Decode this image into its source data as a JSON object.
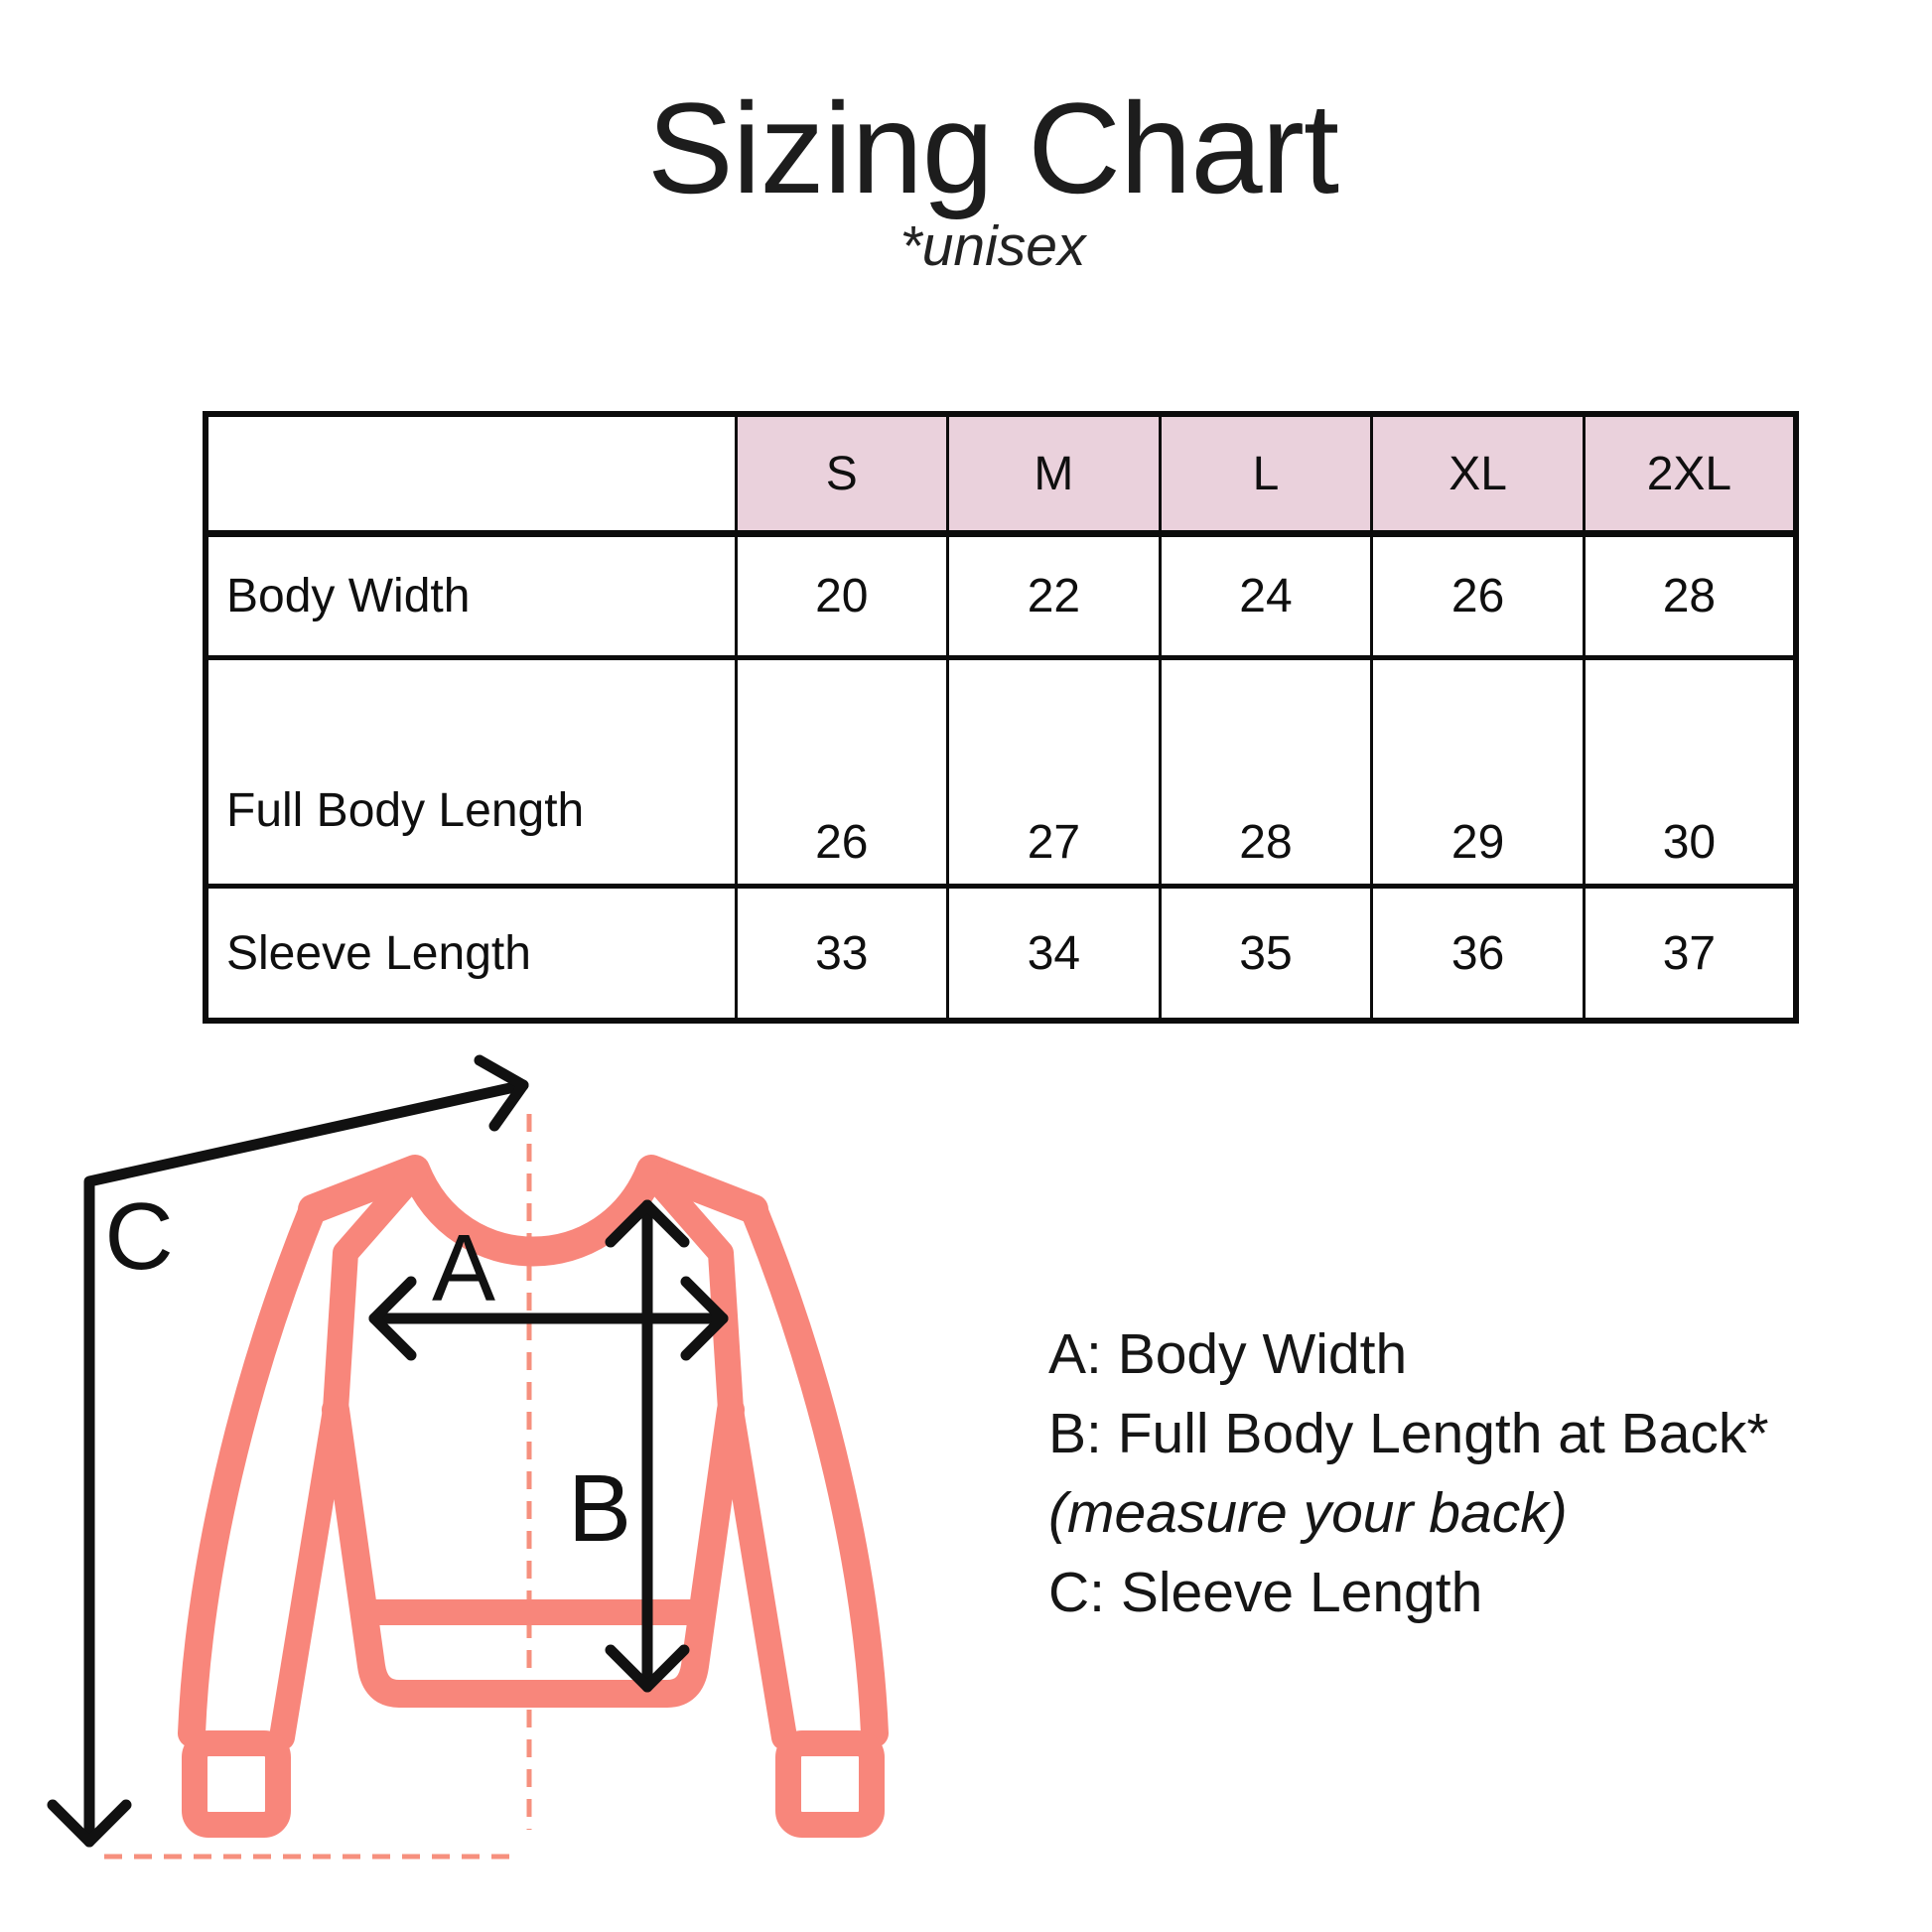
{
  "header": {
    "title": "Sizing Chart",
    "subtitle": "*unisex"
  },
  "table": {
    "corner_label": "",
    "sizes": [
      "S",
      "M",
      "L",
      "XL",
      "2XL"
    ],
    "rows": [
      {
        "label": "Body Width",
        "values": [
          20,
          22,
          24,
          26,
          28
        ]
      },
      {
        "label": "Full Body Length",
        "values": [
          26,
          27,
          28,
          29,
          30
        ]
      },
      {
        "label": "Sleeve Length",
        "values": [
          33,
          34,
          35,
          36,
          37
        ]
      }
    ],
    "header_bg": "#EAD1DC",
    "border_color": "#0c0c0c"
  },
  "diagram": {
    "labels": {
      "A": "A",
      "B": "B",
      "C": "C"
    },
    "garment_color": "#F8867B",
    "dash_color": "#F6907E",
    "arrow_color": "#111111"
  },
  "legend": {
    "lines": [
      "A: Body Width",
      "B: Full Body Length at Back*",
      "(measure your back)",
      "C: Sleeve Length"
    ]
  },
  "chart_data": {
    "type": "table",
    "title": "Sizing Chart",
    "subtitle": "*unisex",
    "columns": [
      "",
      "S",
      "M",
      "L",
      "XL",
      "2XL"
    ],
    "rows": [
      [
        "Body Width",
        20,
        22,
        24,
        26,
        28
      ],
      [
        "Full Body Length",
        26,
        27,
        28,
        29,
        30
      ],
      [
        "Sleeve Length",
        33,
        34,
        35,
        36,
        37
      ]
    ],
    "annotations": [
      {
        "key": "A",
        "meaning": "Body Width"
      },
      {
        "key": "B",
        "meaning": "Full Body Length at Back* (measure your back)"
      },
      {
        "key": "C",
        "meaning": "Sleeve Length"
      }
    ]
  }
}
